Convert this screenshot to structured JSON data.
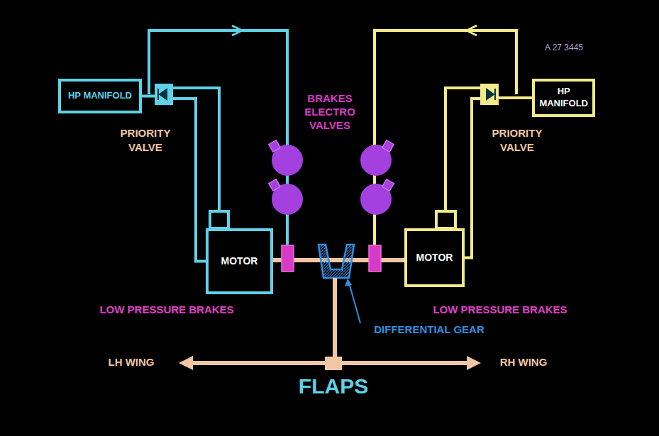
{
  "diagram": {
    "nodes": [
      {
        "text": [
          "HP MANIFOLD"
        ]
      },
      {
        "text": [
          "PRIORITY VALVE"
        ]
      },
      {
        "text": [
          "MOTOR"
        ]
      },
      {
        "text": [
          "HP MANIFOLD"
        ]
      },
      {
        "text": [
          "PRIORITY VALVE"
        ]
      },
      {
        "text": [
          "MOTOR"
        ]
      }
    ],
    "edges": [
      {
        "from": 0,
        "to": 1,
        "arrow": "none"
      },
      {
        "from": 1,
        "to": 2,
        "arrow": "none"
      },
      {
        "from": 3,
        "to": 4,
        "arrow": "none"
      },
      {
        "from": 4,
        "to": 5,
        "arrow": "none"
      }
    ],
    "labels": [
      "A 27 3445",
      "BRAKES ELECTRO VALVES",
      "LOW PRESSURE BRAKES",
      "LOW PRESSURE BRAKES",
      "DIFFERENTIAL GEAR",
      "LH WING",
      "RH WING",
      "FLAPS"
    ]
  }
}
